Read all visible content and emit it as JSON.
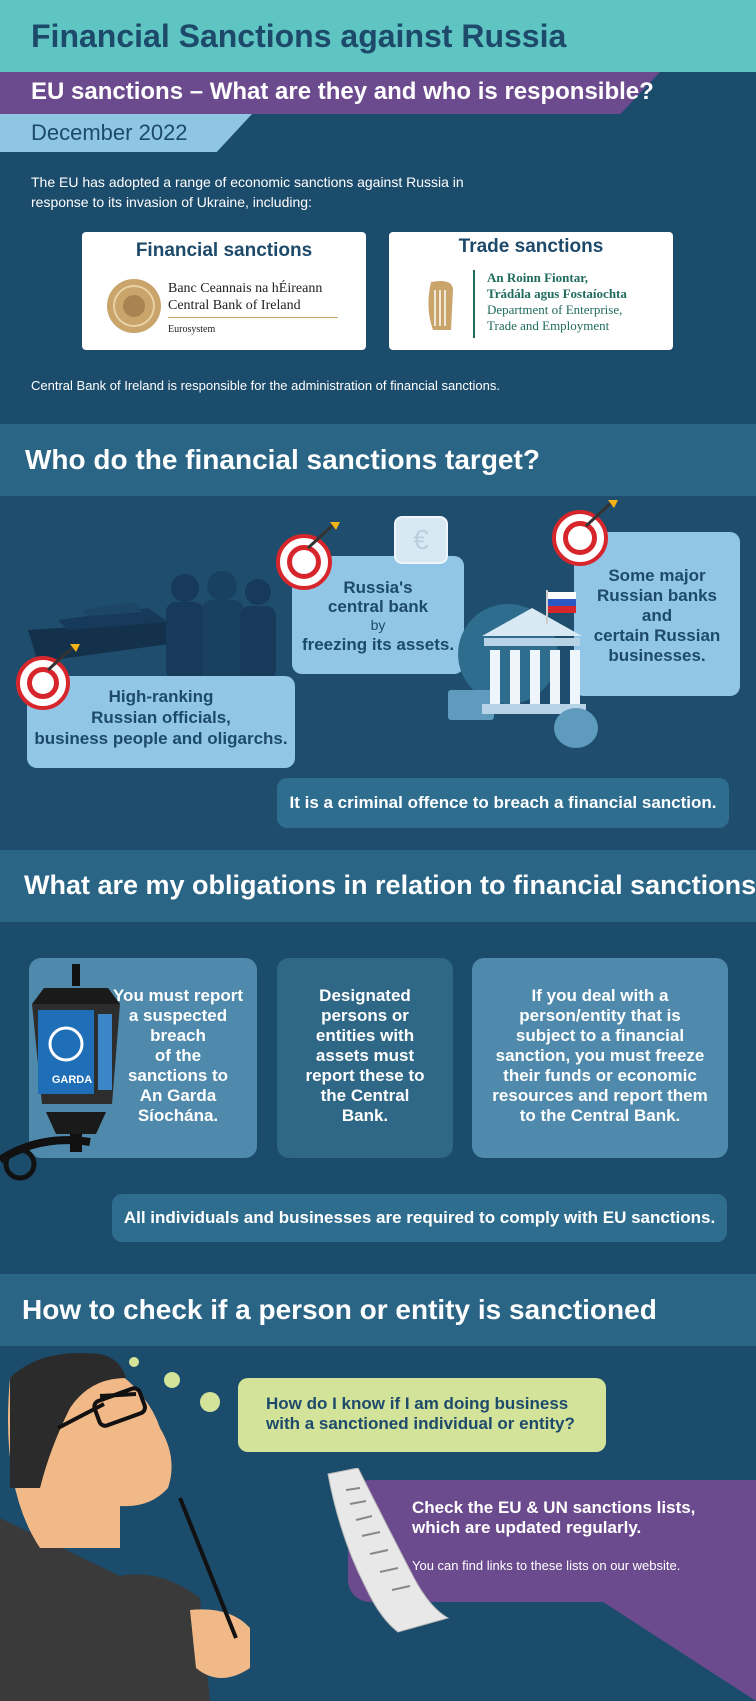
{
  "header": {
    "title": "Financial Sanctions against Russia"
  },
  "subheader": {
    "title": "EU sanctions – What are they and who is responsible?",
    "date": "December 2022"
  },
  "intro": {
    "text": "The EU has adopted a range of economic sanctions against Russia in response to its invasion of Ukraine, including:"
  },
  "cards": {
    "financial": {
      "title": "Financial sanctions",
      "logo_line1": "Banc Ceannais na hÉireann",
      "logo_line2": "Central Bank of Ireland",
      "logo_line3": "Eurosystem"
    },
    "trade": {
      "title": "Trade sanctions",
      "logo_line1": "An Roinn Fiontar,",
      "logo_line2": "Trádála agus Fostaíochta",
      "logo_line3": "Department of Enterprise,",
      "logo_line4": "Trade and Employment"
    }
  },
  "admin_text": "Central Bank of Ireland is responsible for the administration of financial sanctions.",
  "targets": {
    "heading": "Who do the financial sanctions target?",
    "officials": {
      "line1": "High-ranking",
      "line2": "Russian officials,",
      "line3": "business people and oligarchs."
    },
    "central_bank": {
      "line1": "Russia's",
      "line2": "central bank",
      "line3": "by",
      "line4": "freezing its assets."
    },
    "banks": {
      "line1": "Some major",
      "line2": "Russian banks",
      "line3": "and",
      "line4": "certain Russian",
      "line5": "businesses."
    },
    "warning": "It is a criminal offence to breach a financial sanction."
  },
  "obligations": {
    "heading": "What are my obligations in relation to financial sanctions?",
    "garda_label": "GARDA",
    "box1": {
      "l1": "You must report",
      "l2": "a suspected",
      "l3": "breach",
      "l4": "of the",
      "l5": "sanctions to",
      "l6": "An Garda",
      "l7": "Síochána."
    },
    "box2": {
      "l1": "Designated",
      "l2": "persons or",
      "l3": "entities with",
      "l4": "assets must",
      "l5": "report these to",
      "l6": "the Central",
      "l7": "Bank."
    },
    "box3": {
      "l1": "If you deal with a",
      "l2": "person/entity that is",
      "l3": "subject to a financial",
      "l4": "sanction, you must freeze",
      "l5": "their funds or economic",
      "l6": "resources and report them",
      "l7": "to the Central Bank."
    },
    "comply": "All individuals and businesses are required to comply with EU sanctions."
  },
  "check": {
    "heading": "How to check if a person or entity is sanctioned",
    "question_l1": "How do I know if I am doing business",
    "question_l2": "with a sanctioned individual or entity?",
    "answer_l1": "Check the EU & UN sanctions lists,",
    "answer_l2": "which are updated regularly.",
    "answer_sub": "You can find links to these lists on our website."
  },
  "icons": [
    "harp-seal-icon",
    "harp-icon",
    "target-icon",
    "yacht-icon",
    "people-silhouette-icon",
    "ice-euro-icon",
    "bank-building-icon",
    "russia-flag-icon",
    "money-icon",
    "garda-lamp-icon",
    "thinking-man-icon",
    "receipt-list-icon"
  ],
  "colors": {
    "teal": "#5ec5c2",
    "navy": "#1d4a6a",
    "purple": "#6b4a8e",
    "lightblue": "#91c6e6",
    "lime": "#d3e39a",
    "red": "#d7262b"
  }
}
